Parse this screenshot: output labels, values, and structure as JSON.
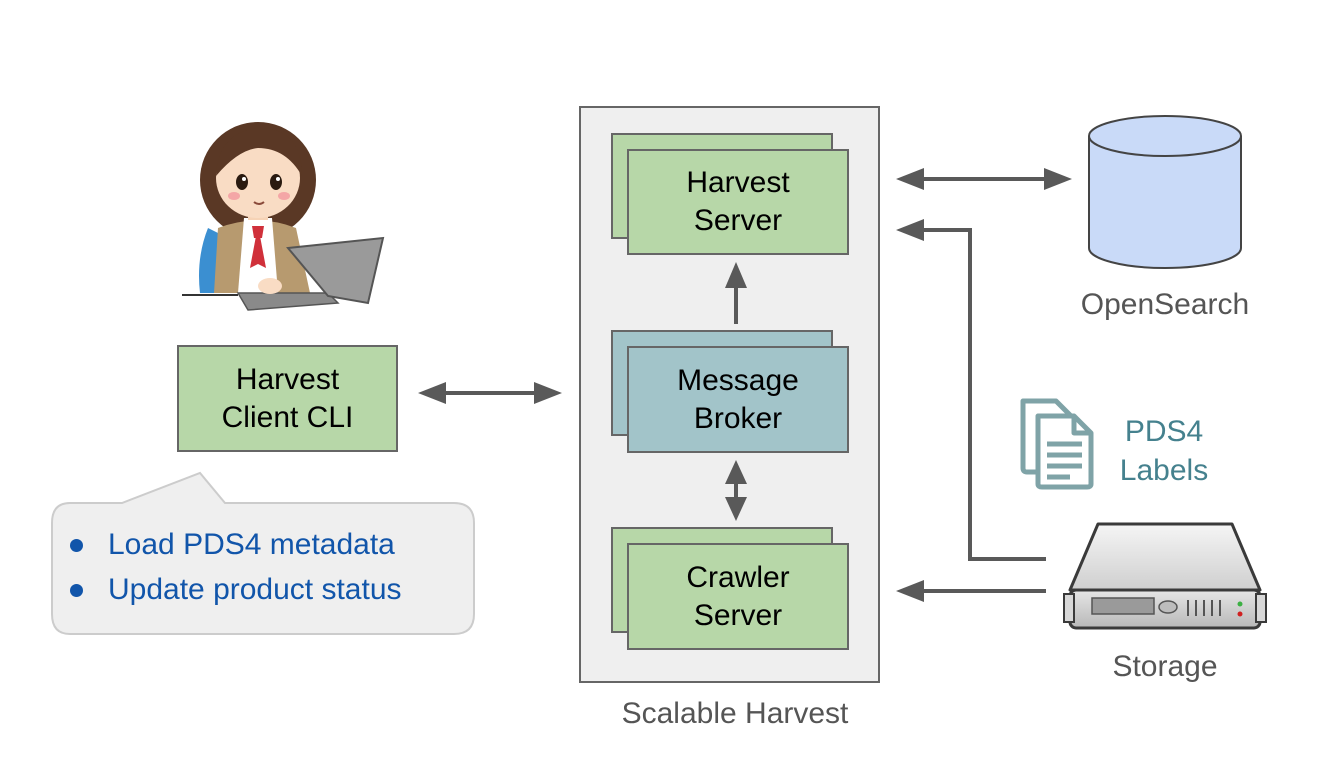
{
  "client": {
    "box_line1": "Harvest",
    "box_line2": "Client CLI",
    "bullets": [
      "Load PDS4 metadata",
      "Update product status"
    ]
  },
  "scalable_harvest": {
    "caption": "Scalable Harvest",
    "harvest_server": {
      "line1": "Harvest",
      "line2": "Server"
    },
    "message_broker": {
      "line1": "Message",
      "line2": "Broker"
    },
    "crawler_server": {
      "line1": "Crawler",
      "line2": "Server"
    }
  },
  "opensearch": {
    "caption": "OpenSearch"
  },
  "labels": {
    "line1": "PDS4",
    "line2": "Labels"
  },
  "storage": {
    "caption": "Storage"
  },
  "colors": {
    "green": "#b7d7a8",
    "teal": "#a2c4c9",
    "panel": "#efefef",
    "database": "#c9daf8",
    "bullet_text": "#1155aa",
    "labels_text": "#45818e",
    "arrow": "#595959"
  }
}
